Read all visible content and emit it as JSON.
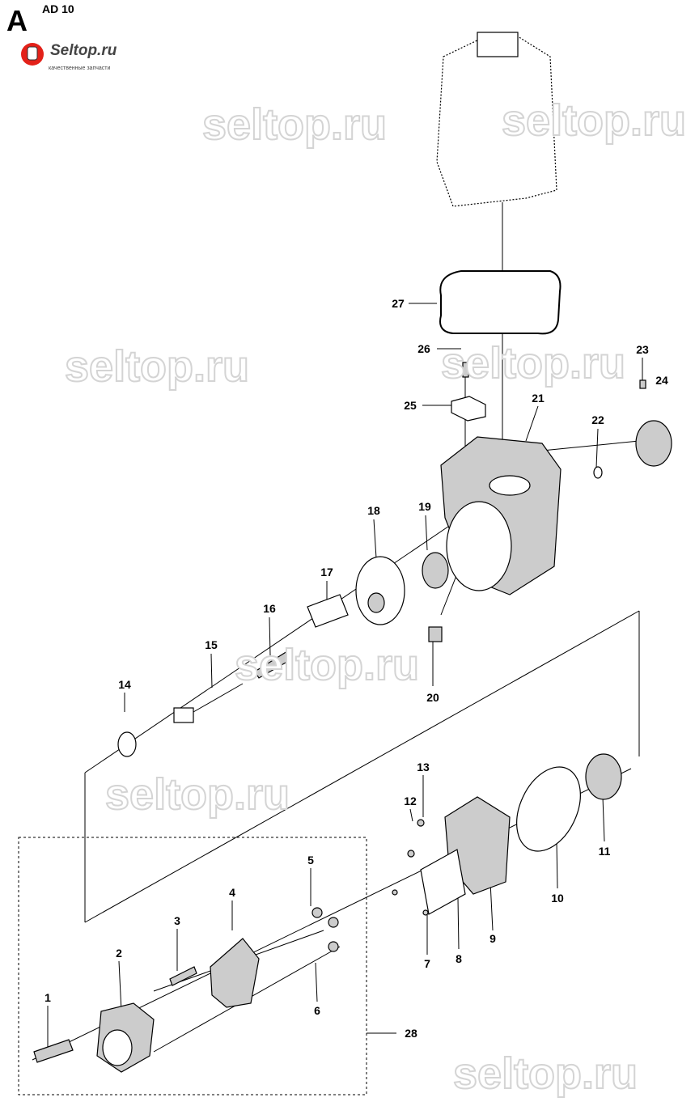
{
  "header": {
    "section_letter": "A",
    "model": "AD 10"
  },
  "logo": {
    "brand": "Seltop.ru",
    "tagline": "качественные запчасти",
    "badge_color": "#e32119"
  },
  "watermark": "seltop.ru",
  "callouts": [
    "1",
    "2",
    "3",
    "4",
    "5",
    "6",
    "7",
    "8",
    "9",
    "10",
    "11",
    "12",
    "13",
    "14",
    "15",
    "16",
    "17",
    "18",
    "19",
    "20",
    "21",
    "22",
    "23",
    "24",
    "25",
    "26",
    "27",
    "28"
  ]
}
